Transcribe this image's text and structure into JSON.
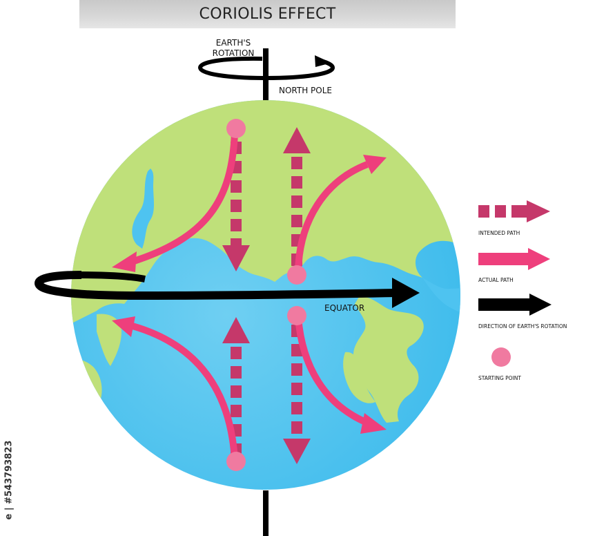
{
  "title": "CORIOLIS EFFECT",
  "labels": {
    "earth_rotation_line1": "EARTH'S",
    "earth_rotation_line2": "ROTATION",
    "north_pole": "NORTH POLE",
    "equator": "EQUATOR"
  },
  "legend": [
    {
      "label": "INTENDED PATH",
      "icon": "dashed-arrow-icon"
    },
    {
      "label": "ACTUAL PATH",
      "icon": "curved-arrow-icon"
    },
    {
      "label": "DIRECTION OF EARTH'S ROTATION",
      "icon": "black-arrow-icon"
    },
    {
      "label": "STARTING POINT",
      "icon": "starting-point-icon"
    }
  ],
  "side_id": "e | #543793823",
  "colors": {
    "ocean": "#4ec3f0",
    "land": "#bfe07a",
    "intended_path": "#c5386a",
    "actual_path": "#ee3f7c",
    "starting_point": "#f07aa0",
    "rotation": "#000000"
  }
}
